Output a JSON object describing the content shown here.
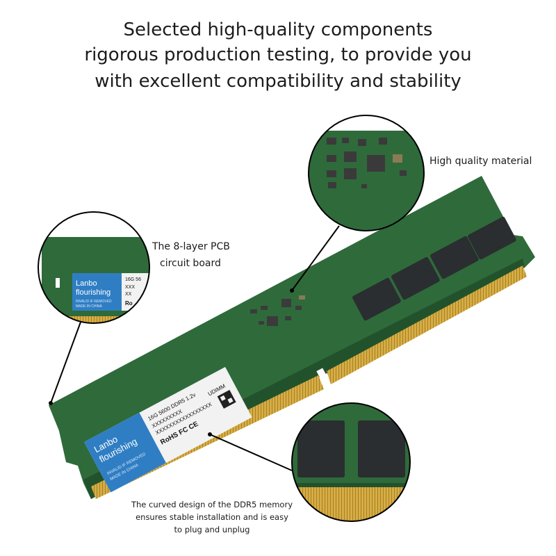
{
  "headline": {
    "line1": "Selected high-quality components",
    "line2": "rigorous production testing, to provide you",
    "line3": "with excellent compatibility and stability"
  },
  "callouts": {
    "material": "High quality material",
    "pcb_line1": "The 8-layer PCB",
    "pcb_line2": "circuit board",
    "curved_line1": "The curved design of the DDR5 memory",
    "curved_line2": "ensures stable installation and is easy",
    "curved_line3": "to plug and unplug"
  },
  "label": {
    "brand_line1": "Lanbo",
    "brand_line2": "flourishing",
    "invalid": "INVALID IF REMOVED",
    "made_in": "MADE IN CHINA",
    "spec": "16G 5600 DDR5 1.2v",
    "form": "UDIMM",
    "serial1": "XXXXXXXXX",
    "serial2": "XXXXXXXXXXXXXXXXX",
    "certs": "RoHS FC CE",
    "zoom_spec": "16G 56",
    "zoom_x1": "XXX",
    "zoom_x2": "XX",
    "zoom_rohs": "Ro"
  },
  "colors": {
    "pcb": "#2f6a3b",
    "pcb_dark": "#22522c",
    "gold": "#c9a03a",
    "label_blue": "#2f7ec4",
    "chip": "#2a2e30"
  }
}
